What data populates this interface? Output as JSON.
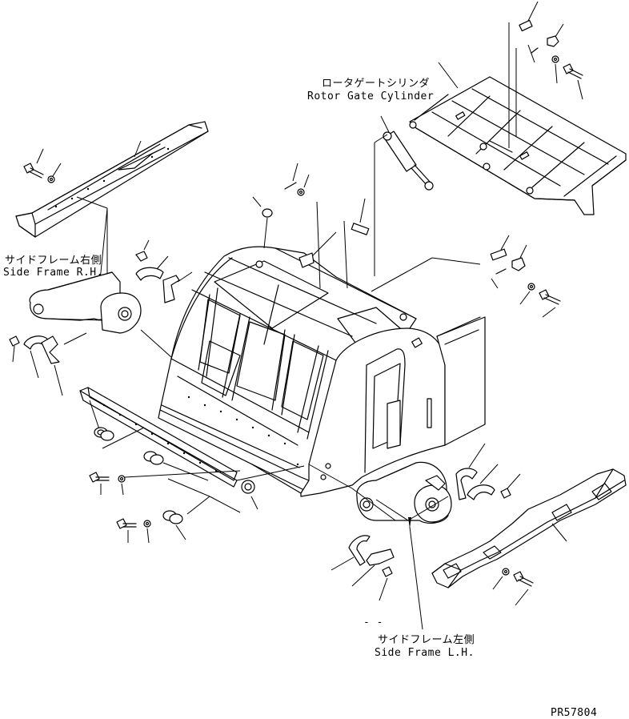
{
  "labels": {
    "rotor_gate_jp": "ロータゲートシリンダ",
    "rotor_gate_en": "Rotor Gate Cylinder",
    "side_rh_jp": "サイドフレーム右側",
    "side_rh_en": "Side Frame R.H.",
    "side_lh_jp": "サイドフレーム左側",
    "side_lh_en": "Side Frame L.H.",
    "code": "PR57804",
    "dash": "- -"
  }
}
